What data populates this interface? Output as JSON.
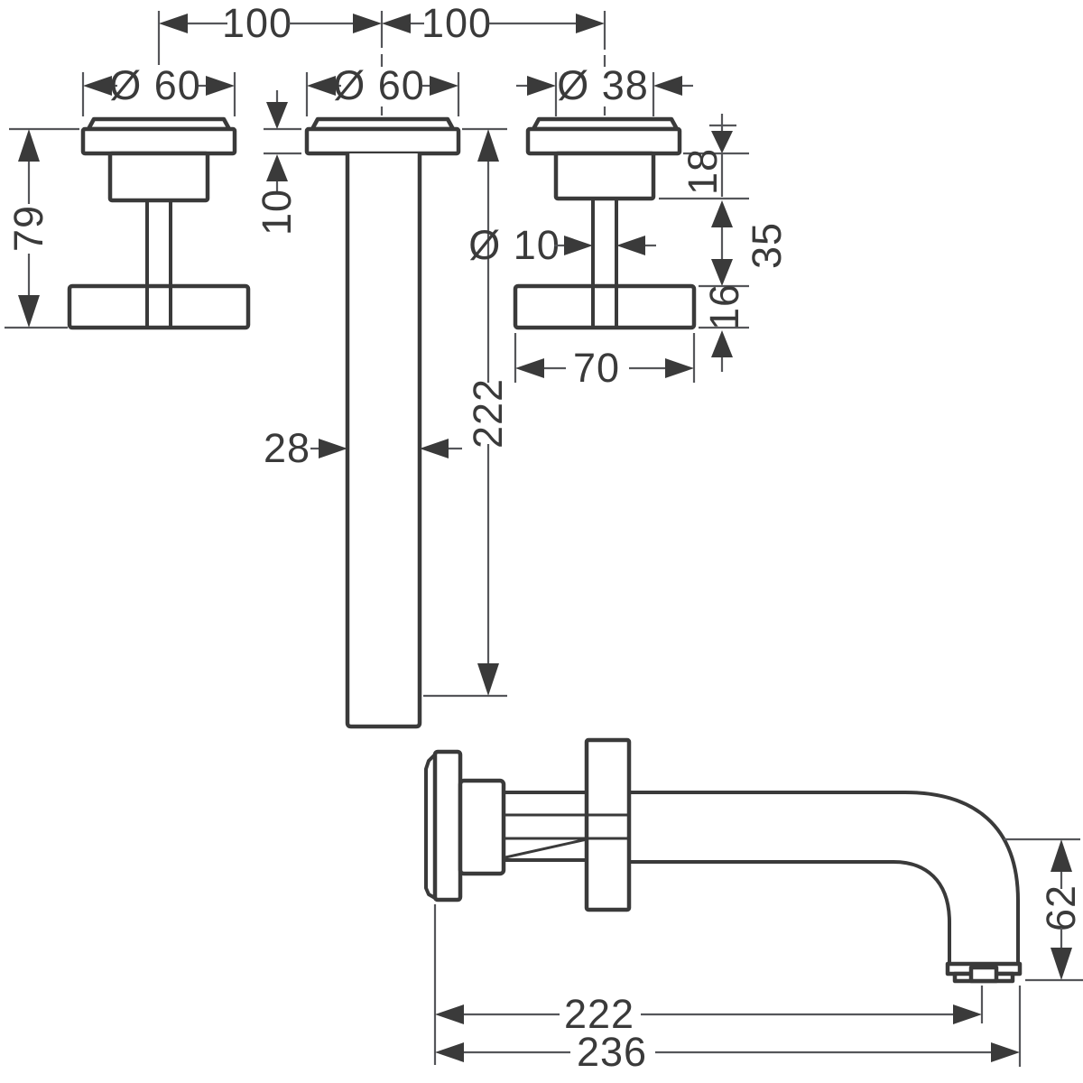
{
  "colors": {
    "background": "#ffffff",
    "outline": "#3a3a3a",
    "dimension_lines": "#55565a"
  },
  "dimensions": {
    "top": {
      "spacing_left": "100",
      "spacing_right": "100"
    },
    "front_view": {
      "left_escutcheon_dia": "Ø 60",
      "middle_escutcheon_dia": "Ø 60",
      "right_sleeve_dia": "Ø 38",
      "handle_height": "79",
      "escutcheon_depth": "10",
      "spout_width": "28",
      "spout_length": "222",
      "stem_dia": "Ø 10",
      "sleeve_height": "18",
      "stem_height": "35",
      "crossbar_height": "16",
      "crossbar_width": "70"
    },
    "side_view": {
      "outlet_drop": "62",
      "reach_to_outlet": "222",
      "total_reach": "236"
    }
  }
}
